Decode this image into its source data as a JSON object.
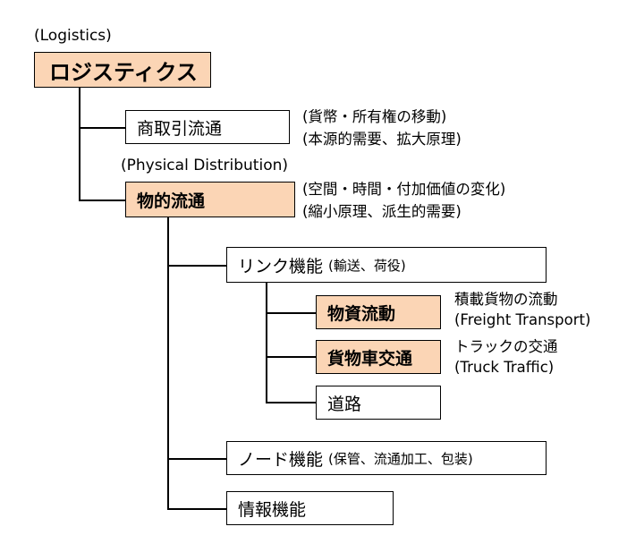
{
  "root": {
    "caption": "(Logistics)",
    "label": "ロジスティクス"
  },
  "commercial": {
    "label": "商取引流通",
    "note_1": "(貨幣・所有権の移動)",
    "note_2": "(本源的需要、拡大原理)"
  },
  "physical": {
    "caption": "(Physical Distribution)",
    "label": "物的流通",
    "note_1": "(空間・時間・付加価値の変化)",
    "note_2": "(縮小原理、派生的需要)"
  },
  "link": {
    "label": "リンク機能",
    "detail": "(輸送、荷役)"
  },
  "freight": {
    "label": "物資流動",
    "note_1": "積載貨物の流動",
    "note_2": "(Freight Transport)"
  },
  "truck": {
    "label": "貨物車交通",
    "note_1": "トラックの交通",
    "note_2": "(Truck Traffic)"
  },
  "road": {
    "label": "道路"
  },
  "node": {
    "label": "ノード機能",
    "detail": "(保管、流通加工、包装)"
  },
  "info": {
    "label": "情報機能"
  },
  "colors": {
    "highlight": "#fbd5b5",
    "line": "#000000",
    "background": "#ffffff"
  }
}
